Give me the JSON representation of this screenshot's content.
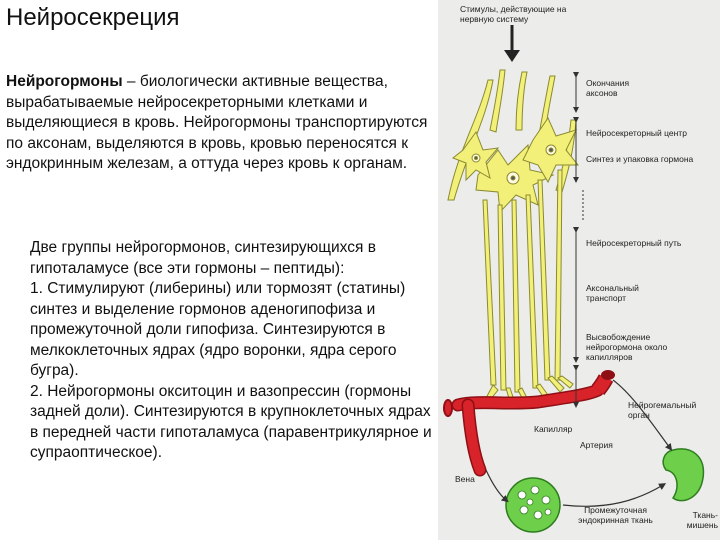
{
  "slide": {
    "title": "Нейросекреция",
    "intro_term": "Нейрогормоны",
    "intro_rest": " – биологически активные вещества, вырабатываемые нейросекреторными клетками и выделяющиеся в кровь. Нейрогормоны транспортируются по аксонам, выделяются в кровь, кровью переносятся к эндокринным железам, а оттуда через кровь к органам.",
    "groups_text": "Две группы нейрогормонов, синтезирующихся в гипоталамусе (все эти гормоны – пептиды):\n1. Стимулируют (либерины) или тормозят (статины) синтез и выделение гормонов аденогипофиза и промежуточной доли гипофиза. Синтезируются в мелкоклеточных ядрах (ядро воронки, ядра серого бугра).\n2. Нейрогормоны окситоцин и вазопрессин (гормоны задней доли). Синтезируются в крупноклеточных ядрах в передней части гипоталамуса (паравентрикулярное и супраоптическое)."
  },
  "diagram": {
    "colors": {
      "panel": "#ececea",
      "neuron": "#f2f079",
      "neuron_outline": "#8a8a30",
      "vessel": "#d8232a",
      "vessel_dark": "#8e0f14",
      "target": "#6ed04a",
      "arrow": "#333333"
    },
    "labels": {
      "stimuli": "Стимулы, действующие на нервную систему",
      "axon_endings": "Окончания аксонов",
      "neurosecretory_center": "Нейросекреторный центр",
      "synthesis": "Синтез и упаковка гормона",
      "neurosecretory_path": "Нейросекреторный путь",
      "axonal_transport": "Аксональный транспорт",
      "release": "Высвобождение нейрогормона около капилляров",
      "neurohemal_organ": "Нейрогемальный орган",
      "capillary": "Капилляр",
      "artery": "Артерия",
      "vein": "Вена",
      "endocrine_tissue": "Промежуточная эндокринная ткань",
      "target_tissue": "Ткань-мишень"
    }
  }
}
